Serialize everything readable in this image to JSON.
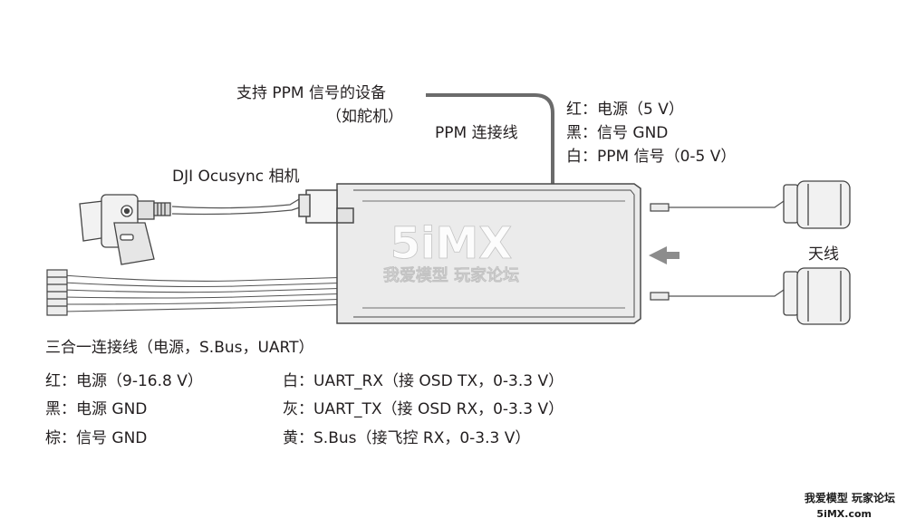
{
  "labels": {
    "ppm_device_line1": "支持 PPM 信号的设备",
    "ppm_device_line2": "（如舵机）",
    "ppm_cable": "PPM 连接线",
    "ppm_red": "红：电源（5 V）",
    "ppm_black": "黑：信号 GND",
    "ppm_white": "白：PPM 信号（0-5 V）",
    "camera": "DJI Ocusync 相机",
    "antenna": "天线",
    "three_in_one_title": "三合一连接线（电源，S.Bus，UART）",
    "red": "红：电源（9-16.8 V）",
    "black": "黑：电源 GND",
    "brown": "棕：信号 GND",
    "white": "白：UART_RX（接 OSD TX，0-3.3 V）",
    "gray": "灰：UART_TX（接 OSD RX，0-3.3 V）",
    "yellow": "黄：S.Bus（接飞控 RX，0-3.3 V）"
  },
  "watermark": {
    "logo": "5iMX",
    "tagline": "我爱模型 玩家论坛",
    "url": "5iMX.com"
  },
  "colors": {
    "stroke": "#4a4a4a",
    "device_fill": "#ebebeb",
    "arrow": "#8c8c8c",
    "watermark": "#ffffff"
  }
}
